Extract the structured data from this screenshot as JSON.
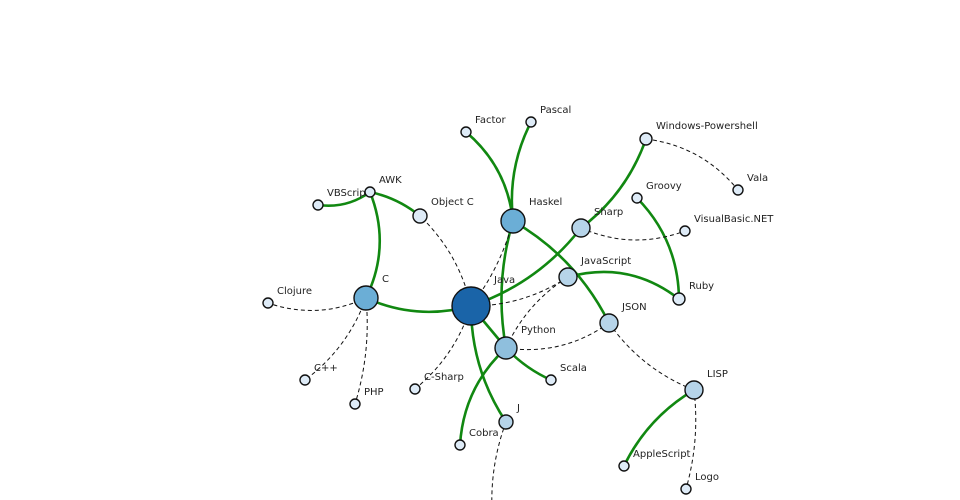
{
  "graph": {
    "colors": {
      "solid_edge": "#118811",
      "dashed_edge": "#111111",
      "node_stroke": "#111111",
      "hub": "#1a64a8",
      "major": "#6baed6",
      "mid": "#8fbfdd",
      "minor": "#b6d4e9",
      "leaf": "#deebf7"
    },
    "nodes": [
      {
        "id": "java",
        "label": "Java",
        "tier": "hub"
      },
      {
        "id": "c",
        "label": "C",
        "tier": "major"
      },
      {
        "id": "haskel",
        "label": "Haskel",
        "tier": "major"
      },
      {
        "id": "python",
        "label": "Python",
        "tier": "mid"
      },
      {
        "id": "sharp",
        "label": "Sharp",
        "tier": "minor"
      },
      {
        "id": "javascript",
        "label": "JavaScript",
        "tier": "minor"
      },
      {
        "id": "json",
        "label": "JSON",
        "tier": "minor"
      },
      {
        "id": "lisp",
        "label": "LISP",
        "tier": "minor"
      },
      {
        "id": "j",
        "label": "J",
        "tier": "minor"
      },
      {
        "id": "factor",
        "label": "Factor",
        "tier": "leaf"
      },
      {
        "id": "pascal",
        "label": "Pascal",
        "tier": "leaf"
      },
      {
        "id": "powershell",
        "label": "Windows-Powershell",
        "tier": "leaf"
      },
      {
        "id": "vala",
        "label": "Vala",
        "tier": "leaf"
      },
      {
        "id": "groovy",
        "label": "Groovy",
        "tier": "leaf"
      },
      {
        "id": "vbnet",
        "label": "VisualBasic.NET",
        "tier": "leaf"
      },
      {
        "id": "ruby",
        "label": "Ruby",
        "tier": "leaf"
      },
      {
        "id": "vbscript",
        "label": "VBScript",
        "tier": "leaf"
      },
      {
        "id": "awk",
        "label": "AWK",
        "tier": "leaf"
      },
      {
        "id": "objc",
        "label": "Object C",
        "tier": "leaf"
      },
      {
        "id": "clojure",
        "label": "Clojure",
        "tier": "leaf"
      },
      {
        "id": "cpp",
        "label": "C++",
        "tier": "leaf"
      },
      {
        "id": "php",
        "label": "PHP",
        "tier": "leaf"
      },
      {
        "id": "csharp",
        "label": "C-Sharp",
        "tier": "leaf"
      },
      {
        "id": "scala",
        "label": "Scala",
        "tier": "leaf"
      },
      {
        "id": "cobra",
        "label": "Cobra",
        "tier": "leaf"
      },
      {
        "id": "applescript",
        "label": "AppleScript",
        "tier": "leaf"
      },
      {
        "id": "logo",
        "label": "Logo",
        "tier": "leaf"
      }
    ],
    "edges": [
      {
        "s": "java",
        "t": "c",
        "style": "solid"
      },
      {
        "s": "java",
        "t": "sharp",
        "style": "solid"
      },
      {
        "s": "java",
        "t": "python",
        "style": "solid"
      },
      {
        "s": "java",
        "t": "j",
        "style": "solid"
      },
      {
        "s": "c",
        "t": "awk",
        "style": "solid"
      },
      {
        "s": "awk",
        "t": "vbscript",
        "style": "solid"
      },
      {
        "s": "awk",
        "t": "objc",
        "style": "solid"
      },
      {
        "s": "haskel",
        "t": "factor",
        "style": "solid"
      },
      {
        "s": "haskel",
        "t": "pascal",
        "style": "solid"
      },
      {
        "s": "haskel",
        "t": "python",
        "style": "solid"
      },
      {
        "s": "haskel",
        "t": "json",
        "style": "solid"
      },
      {
        "s": "sharp",
        "t": "powershell",
        "style": "solid"
      },
      {
        "s": "groovy",
        "t": "ruby",
        "style": "solid"
      },
      {
        "s": "javascript",
        "t": "ruby",
        "style": "solid"
      },
      {
        "s": "python",
        "t": "scala",
        "style": "solid"
      },
      {
        "s": "python",
        "t": "cobra",
        "style": "solid"
      },
      {
        "s": "lisp",
        "t": "applescript",
        "style": "solid"
      },
      {
        "s": "java",
        "t": "objc",
        "style": "dashed"
      },
      {
        "s": "java",
        "t": "haskel",
        "style": "dashed"
      },
      {
        "s": "java",
        "t": "javascript",
        "style": "dashed"
      },
      {
        "s": "java",
        "t": "csharp",
        "style": "dashed"
      },
      {
        "s": "c",
        "t": "clojure",
        "style": "dashed"
      },
      {
        "s": "c",
        "t": "cpp",
        "style": "dashed"
      },
      {
        "s": "c",
        "t": "php",
        "style": "dashed"
      },
      {
        "s": "sharp",
        "t": "vbnet",
        "style": "dashed"
      },
      {
        "s": "powershell",
        "t": "vala",
        "style": "dashed"
      },
      {
        "s": "python",
        "t": "javascript",
        "style": "dashed"
      },
      {
        "s": "python",
        "t": "json",
        "style": "dashed"
      },
      {
        "s": "json",
        "t": "lisp",
        "style": "dashed"
      },
      {
        "s": "lisp",
        "t": "logo",
        "style": "dashed"
      }
    ]
  }
}
